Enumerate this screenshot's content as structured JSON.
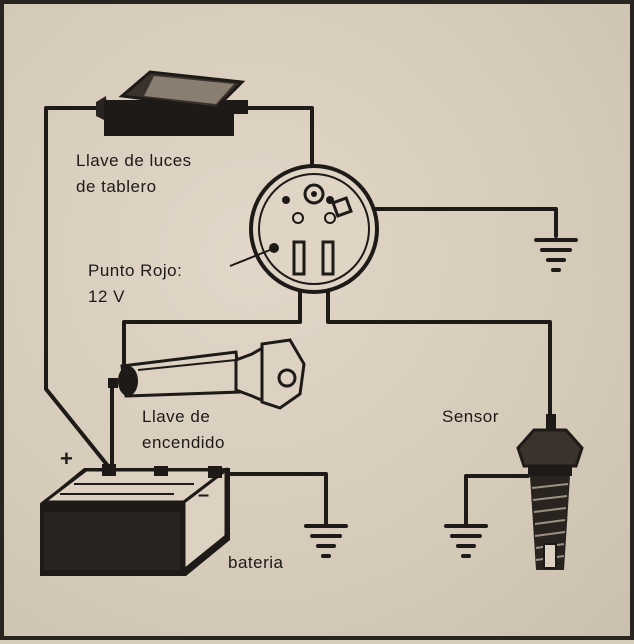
{
  "labels": {
    "panel_switch_line1": "Llave de luces",
    "panel_switch_line2": "de tablero",
    "red_dot_line1": "Punto Rojo:",
    "red_dot_line2": "12 V",
    "ignition_line1": "Llave de",
    "ignition_line2": "encendido",
    "sensor": "Sensor",
    "battery": "bateria",
    "plus_sign": "+",
    "minus_sign": "–"
  },
  "colors": {
    "ink": "#1d1a18",
    "paper": "#d8ccbc"
  }
}
